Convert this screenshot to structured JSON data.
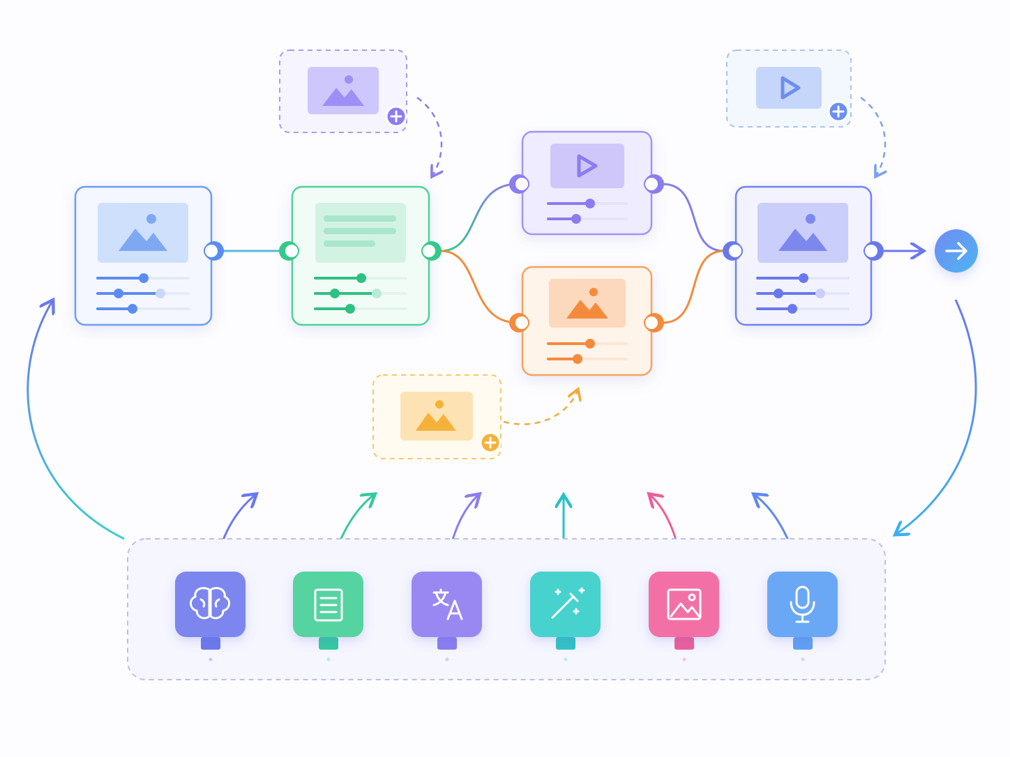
{
  "colors": {
    "blue": "#5b8cf0",
    "green": "#34c98a",
    "purple": "#8b7cf0",
    "orange": "#f48a3c",
    "yellow": "#f5b73a",
    "indigo": "#6a78ee",
    "cyan": "#3ccfcf",
    "pink": "#ef5c9a",
    "sky": "#5fa8f5"
  },
  "pipeline": {
    "nodes": [
      {
        "id": "input-image-node",
        "kind": "image",
        "color": "blue",
        "sliders": [
          0.5,
          0.3,
          0.4
        ]
      },
      {
        "id": "text-node",
        "kind": "text",
        "color": "green",
        "sliders": [
          0.55,
          0.25,
          0.45
        ]
      },
      {
        "id": "video-node",
        "kind": "video",
        "color": "purple",
        "sliders": [
          0.55,
          0.35
        ]
      },
      {
        "id": "image-edit-node",
        "kind": "image",
        "color": "orange",
        "sliders": [
          0.55,
          0.38
        ]
      },
      {
        "id": "output-image-node",
        "kind": "image",
        "color": "indigo",
        "sliders": [
          0.5,
          0.3,
          0.4
        ]
      }
    ],
    "pending_inputs": [
      {
        "id": "add-image-top",
        "kind": "image",
        "color": "purple"
      },
      {
        "id": "add-video-top",
        "kind": "video",
        "color": "sky"
      },
      {
        "id": "add-image-bottom",
        "kind": "image",
        "color": "yellow"
      }
    ]
  },
  "toolbar": {
    "tools": [
      {
        "id": "ai-brain-tool",
        "icon": "brain-icon",
        "color": "indigo"
      },
      {
        "id": "document-tool",
        "icon": "document-icon",
        "color": "green"
      },
      {
        "id": "translate-tool",
        "icon": "translate-icon",
        "color": "purple"
      },
      {
        "id": "magic-wand-tool",
        "icon": "magic-wand-icon",
        "color": "cyan"
      },
      {
        "id": "image-tool",
        "icon": "image-icon",
        "color": "pink"
      },
      {
        "id": "microphone-tool",
        "icon": "microphone-icon",
        "color": "sky"
      }
    ]
  },
  "output_action": {
    "icon": "arrow-right-icon"
  }
}
